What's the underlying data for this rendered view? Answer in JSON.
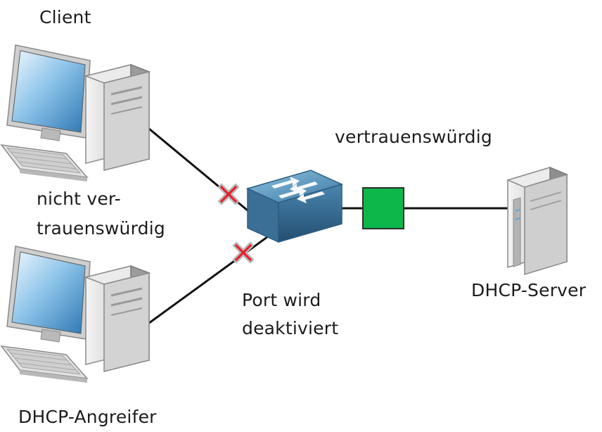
{
  "labels": {
    "client": "Client",
    "untrusted_line1": "nicht ver-",
    "untrusted_line2": "trauenswürdig",
    "attacker": "DHCP-Angreifer",
    "trusted": "vertrauenswürdig",
    "port_line1": "Port wird",
    "port_line2": "deaktiviert",
    "server": "DHCP-Server"
  },
  "colors": {
    "trusted_port": "#0db84a",
    "blocked_mark": "#e5202a",
    "link": "#111111",
    "switch": "#5b93b8"
  },
  "icons": {
    "client": "desktop-computer-icon",
    "attacker": "desktop-computer-icon",
    "switch": "network-switch-icon",
    "server": "tower-server-icon",
    "trusted_port": "trusted-port-square",
    "blocked_untrusted": "red-x-mark",
    "blocked_attacker": "red-x-mark"
  }
}
